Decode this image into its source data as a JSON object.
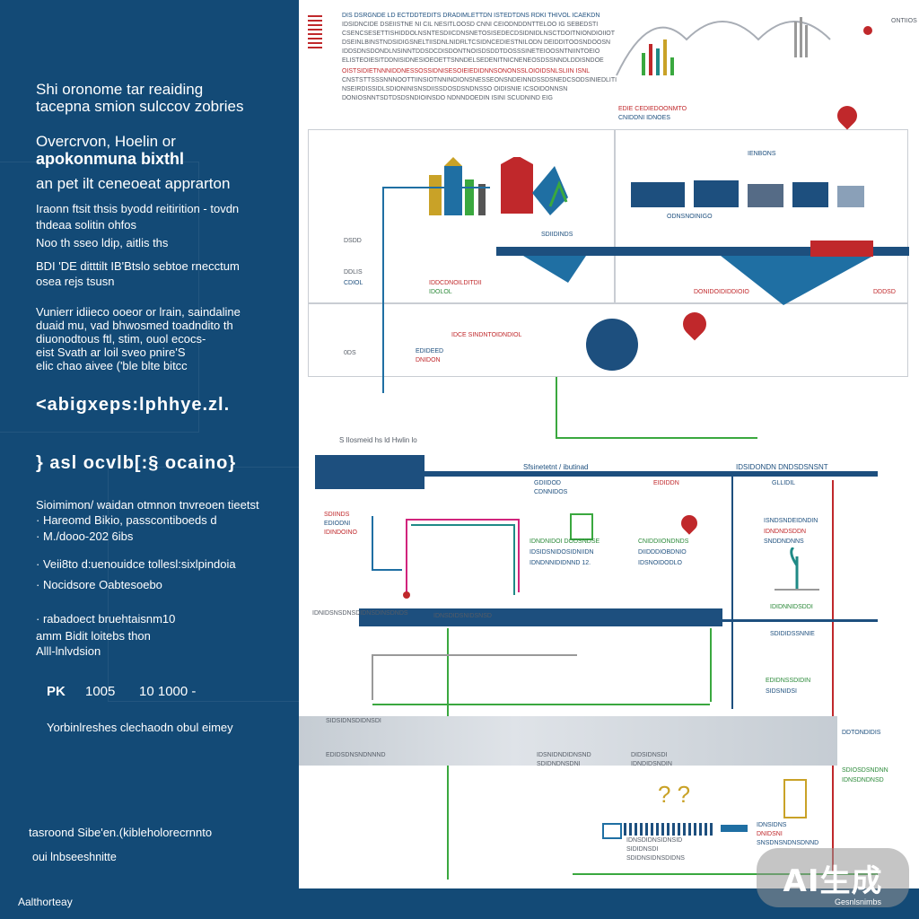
{
  "left_panel": {
    "title_line_1": "Shi oronome tar  reaiding",
    "title_line_2": "tacepna smion sulccov zobries",
    "heading_line_1": "Overcrvon, Hoelin or",
    "heading_line_2": "apokonmuna bixthl",
    "heading_line_3": "an pet ilt ceneoeat apprarton",
    "para1_line_1": "Iraonn ftsit thsis byodd reitirition - tovdn",
    "para1_line_2": "thdeaa solitin ohfos",
    "para1_line_3": "Noo th sseo ldip, aitlis ths",
    "para1_line_4": "BDI 'DE ditttilt IB'Btslo sebtoe rnecctum",
    "para1_line_5": "osea rejs tsusn",
    "para2_line_1": "Vunierr idiieco ooeor  or lrain, saindaline",
    "para2_line_2": "duaid mu, vad bhwosmed toadndito th",
    "para2_line_3": "diuonodtous ftl, stim, ouol ecocs-",
    "para2_line_4": "eist Svath ar  loil sveo pnire'S",
    "para2_line_5": "elic chao aivee ('ble blte bitcc",
    "big_line_1": "<abigxeps:lphhye.zl.",
    "big_line_2": "} asl ocvlb[:§ ocaino}",
    "list_1": "Sioimimon/ waidan otmnon tnvreoen tieetst",
    "list_2": "· Hareomd Bikio, passcontiboeds d",
    "list_3": "· M./dooo-202 6ibs",
    "list_4": "· Veii8to d:uenouidce tollesl:sixlpindoia",
    "list_5": "· Nocidsore Oabtesoebo",
    "list_6": "· rabadoect bruehtaisnm10",
    "list_7": "  amm Bidit loitebs thon",
    "list_8": "  Alll-lnlvdsion",
    "stat_label": "PK",
    "stat_value_1": "1005",
    "stat_value_2": "10    1000 -",
    "tagline": "Yorbinlreshes clechaodn obul eimey",
    "bottom_line_1": "tasroond Sibe'en.(kibleholorecrnnto",
    "bottom_line_2": "oui lnbseeshnitte",
    "footer": "Aalthorteay"
  },
  "document": {
    "header_line_1": "DIS DSRGNDE LD ECTDDTEDITS DRADIMLETTDN ISTEDTDNS RDKI THIVOL ICAEKDN",
    "header_line_2": "IDSIDNCIDE DSEIISTNE NI CIL NESITLOOSD CNNI CEIODNDDNTTELOO IG SEBEDSTI",
    "header_line_3": "CSENCSESETTISHIDDOLNSNTESDIICDNSNETOSISEDECDSIDNIDLNSCTDOITNIONDIOIIOT",
    "header_line_4": "DSEINLBINSTNDSIDIGSNELTIISDNLNIDRLTCSIDNCEDIESTNILODN DEIDDITOOSNDOOSN",
    "header_line_5": "IDDSDNSDONDLNSINNTDDSDCDISDONTNOISDSDDTDOSSSINETEIOOSNTNIINTOEIO",
    "header_line_6": "ELISTEOIESITDDNISIDNESIOEOETTSNNDELSEDENITNICNENEOSDSSNNDLDDISNDOE",
    "header_line_7": "OISTSIDIETNNNIDDNESSOSSIDNISESOIEIEDIDNNSONONSSLOIOIDSNLSLIIN ISNL",
    "header_line_8": "CNSTSTTSSSNNNOOTTIINSIOTNNINOIONSNESSEONSNDEINNDSSDSNEDCSODSINIEDLITI",
    "header_line_9": "NSEIRDISSIDLSDIONINISNSDIISSDOSDSNDNSSO OIDISNIE ICSOIDONNSN",
    "header_line_10": "DONIOSNNTSDTDSDSNDIOINSDO NDNNDOEDIN ISINI SCUDNIND  EIG",
    "top_caption_1": "EDIE CEDIEDOONMTO",
    "top_caption_2": "CNIDDNI IDNOES",
    "chart_caption": "ONTIIOS",
    "diagram_label_1": "DSDD",
    "diagram_label_2": "DDLIS",
    "diagram_label_3": "CDIOL",
    "diagram_label_4": "IDDCDNOILDITDII",
    "diagram_label_5": "IDOLOL",
    "diagram_label_6": "0DS",
    "diagram_label_7": "EDIDEED",
    "diagram_label_8": "DNIDON",
    "diagram_label_9": "IDCE SINDNTOIDNDIOL",
    "diagram_label_10": "ODNSNOINIGO",
    "diagram_label_11": "IENBONS",
    "diagram_label_12": "DDDSD",
    "diagram_label_13": "DONIDOIDIDDIOIO",
    "diagram_label_14": "SDIIDINDS",
    "section_caption": "S  Ilosmeid hs ld  Hwlin    lo",
    "flow_heading_1": "Sfsinetetnt / ibutinad",
    "flow_heading_2": "IDSIDONDN DNDSDSNSNT",
    "flow_sub_1": "GDIIDOD",
    "flow_sub_2": "CDNNIDOS",
    "flow_sub_3": "EIDIDDN",
    "flow_sub_4": "GLLIDIL",
    "flow_left_1": "SDIINDS",
    "flow_left_2": "EDIODNI",
    "flow_left_3": "IDINDOINO",
    "flow_mid_1": "IDNDNIDOI DODSNDSE",
    "flow_mid_2": "IDSIDSNIDOSIDNIIDN",
    "flow_mid_3": "IDNDNNIDIDNND 12.",
    "flow_right_1": "CNIDDIIONDNDS",
    "flow_right_2": "DIIDDDIOBDNIO",
    "flow_right_3": "IDSNOIDODLO",
    "flow_far_1": "ISNDSNDEIDNDIN",
    "flow_far_2": "IDNDNDSDDN",
    "flow_far_3": "SNDDNDNNS",
    "flow_far_4": "IDIDNNIDSDDI",
    "flow_far_5": "SDIDIDSSNNIE",
    "flow_far_6": "EDIDNSSDIDIN",
    "flow_far_7": "SIDSNIDSI",
    "flow_far_8": "DDTONDIDIS",
    "flow_far_9": "SDIOSDSNDNN",
    "flow_bar_1": "IDNIDSNSDNSDIDNSDINSDNDS",
    "flow_bar_2": "IDNSDIDSNIDSNSD",
    "lower_label_1": "EDIDSDNSNDNNND",
    "lower_label_2": "IDSNIDNDIDNSND",
    "lower_label_3": "DIDSIDNSDI",
    "lower_label_4": "IDNDIDSNDIN",
    "lower_label_5": "SIDSIDNSDIDNSDI",
    "lower_label_6": "SDIDNDNSDNI",
    "lower_label_7": "IDNSIDNS",
    "lower_label_8": "DNIDSNI",
    "lower_label_9": "SNSDNSNDNSDNND",
    "lower_label_10": "IDNSDNDNSD",
    "question_mark": "? ?",
    "bottom_row_1": "IDNSDIDNSIDNSID",
    "bottom_row_2": "SIDIDNSDI",
    "bottom_row_3": "SDIDNSIDNSDIDNS"
  },
  "watermark": {
    "badge": "AI生成",
    "caption": "Gesnlsnimbs"
  },
  "colors": {
    "navy": "#134a76",
    "red": "#c0282b",
    "green": "#3aa83f",
    "teal": "#1f8a86",
    "magenta": "#d1247c"
  }
}
